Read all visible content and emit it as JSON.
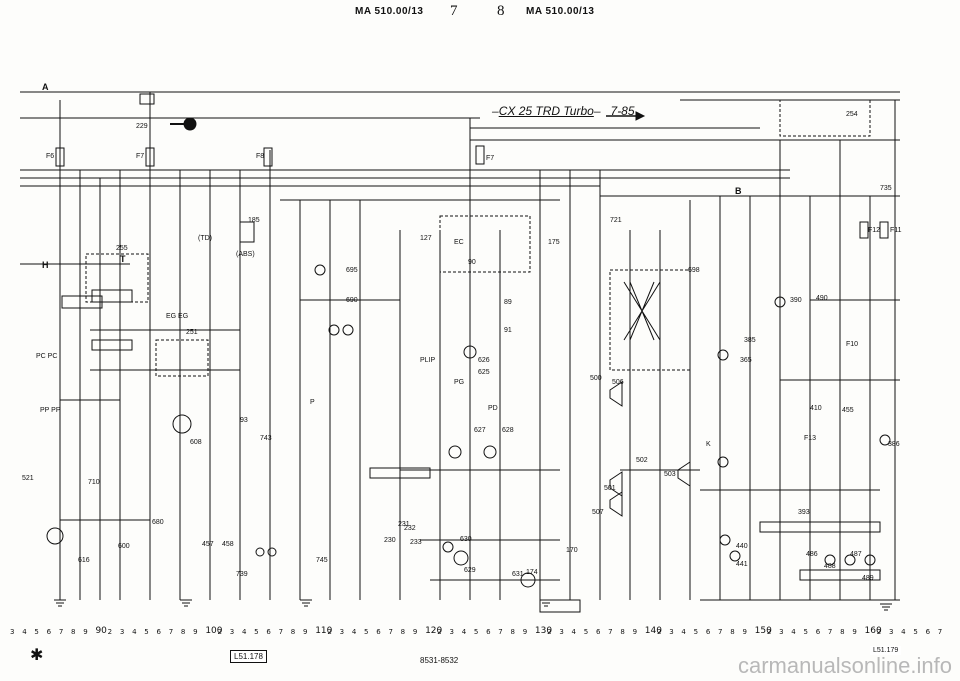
{
  "header": {
    "left_ref": "MA 510.00/13",
    "right_ref": "MA 510.00/13",
    "page_left": "7",
    "page_right": "8"
  },
  "diagram": {
    "title_model": "CX 25 TRD Turbo",
    "title_date": "7-85",
    "wire_label_A": "A",
    "wire_label_H": "H",
    "wire_label_B": "B",
    "wire_label_T": "T",
    "components": [
      "229",
      "255",
      "251",
      "608",
      "600",
      "616",
      "680",
      "710",
      "521",
      "690",
      "695",
      "127",
      "90",
      "89",
      "91",
      "626",
      "625",
      "627",
      "628",
      "630",
      "629",
      "631",
      "232",
      "233",
      "230",
      "231",
      "721",
      "698",
      "506",
      "500",
      "501",
      "502",
      "503",
      "507",
      "490",
      "440",
      "441",
      "486",
      "487",
      "488",
      "489",
      "386",
      "393",
      "735",
      "254",
      "390",
      "365",
      "385",
      "743",
      "745",
      "739",
      "457",
      "458",
      "93",
      "170",
      "174",
      "175",
      "185",
      "410",
      "455"
    ],
    "fuse_labels": [
      "F6",
      "F7",
      "F8",
      "F7",
      "F12",
      "F11",
      "F10",
      "F13"
    ],
    "misc": [
      "EG EG",
      "PC PC",
      "PP PP",
      "(TD)",
      "(ABS)",
      "P",
      "PG",
      "PD",
      "K",
      "EC",
      "PLIP"
    ]
  },
  "scale": {
    "numbers": [
      "90",
      "100",
      "110",
      "120",
      "130",
      "140",
      "150",
      "160"
    ],
    "digits": [
      "3",
      "4",
      "5",
      "6",
      "7",
      "8",
      "9",
      "1",
      "2",
      "3",
      "4",
      "5",
      "6",
      "7",
      "8",
      "9",
      "1",
      "2",
      "3",
      "4",
      "5",
      "6",
      "7",
      "8",
      "9",
      "1",
      "2",
      "3",
      "4",
      "5",
      "6",
      "7",
      "8",
      "9",
      "1",
      "2",
      "3",
      "4",
      "5",
      "6",
      "7",
      "8",
      "9",
      "1",
      "2",
      "3",
      "4",
      "5",
      "6",
      "7",
      "8",
      "9",
      "1",
      "2",
      "3",
      "4",
      "5",
      "6",
      "7",
      "8",
      "9",
      "1",
      "2",
      "3",
      "4",
      "5",
      "6",
      "7",
      "8",
      "9",
      "1",
      "2",
      "3",
      "4",
      "5",
      "6",
      "7"
    ]
  },
  "footer": {
    "ref_left": "L51.178",
    "ref_right": "L51.179",
    "doc_ref": "8531-8532",
    "star": "✱",
    "watermark": "carmanualsonline.info"
  }
}
